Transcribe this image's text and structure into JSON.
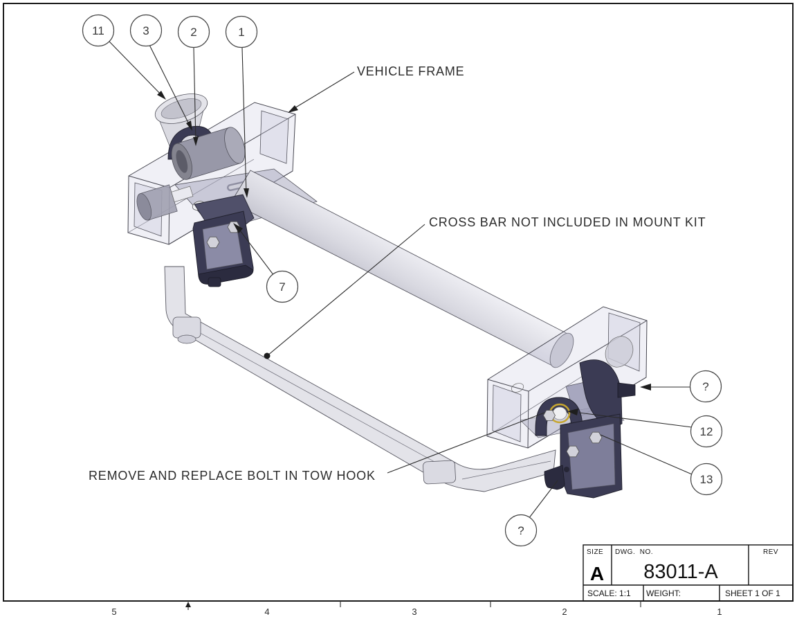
{
  "drawing": {
    "labels": {
      "vehicle_frame": "VEHICLE FRAME",
      "cross_bar_note": "CROSS BAR NOT INCLUDED IN MOUNT KIT",
      "tow_hook_note": "REMOVE AND REPLACE BOLT IN TOW HOOK"
    },
    "balloons": [
      {
        "label": "11"
      },
      {
        "label": "3"
      },
      {
        "label": "2"
      },
      {
        "label": "1"
      },
      {
        "label": "7"
      },
      {
        "label": "?"
      },
      {
        "label": "12"
      },
      {
        "label": "13"
      },
      {
        "label": "?"
      }
    ],
    "zones": [
      "5",
      "4",
      "3",
      "2",
      "1"
    ],
    "title_block": {
      "size_label": "SIZE",
      "size_value": "A",
      "dwg_label": "DWG.  NO.",
      "dwg_value": "83011-A",
      "rev_label": "REV",
      "scale": "SCALE: 1:1",
      "weight": "WEIGHT:",
      "sheet": "SHEET 1 OF 1"
    },
    "colors": {
      "line": "#2b2b2b",
      "frame_fill": "#c9c9df",
      "bracket_dark": "#3b3b54",
      "bar_fill": "#e3e3e9",
      "washer_yellow": "#c7a62f"
    }
  }
}
